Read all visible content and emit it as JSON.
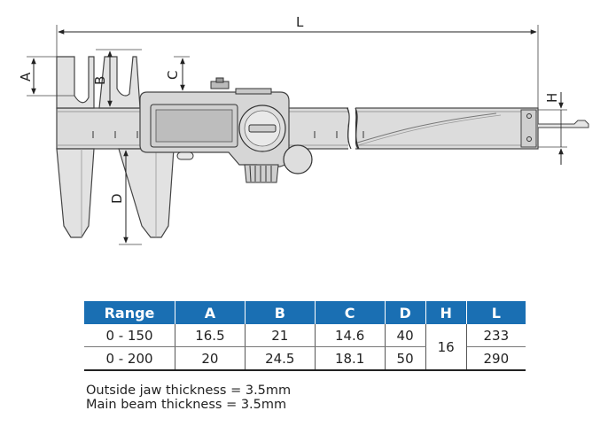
{
  "dimension_labels": {
    "A": "A",
    "B": "B",
    "C": "C",
    "D": "D",
    "H": "H",
    "L": "L"
  },
  "table": {
    "headers": [
      "Range",
      "A",
      "B",
      "C",
      "D",
      "H",
      "L"
    ],
    "rows": [
      {
        "range": "0 - 150",
        "A": "16.5",
        "B": "21",
        "C": "14.6",
        "D": "40",
        "H": "16",
        "L": "233"
      },
      {
        "range": "0 - 200",
        "A": "20",
        "B": "24.5",
        "C": "18.1",
        "D": "50",
        "H": "16",
        "L": "290"
      }
    ],
    "header_color": "#1a6fb3"
  },
  "notes": [
    "Outside jaw thickness = 3.5mm",
    "Main beam thickness = 3.5mm"
  ]
}
